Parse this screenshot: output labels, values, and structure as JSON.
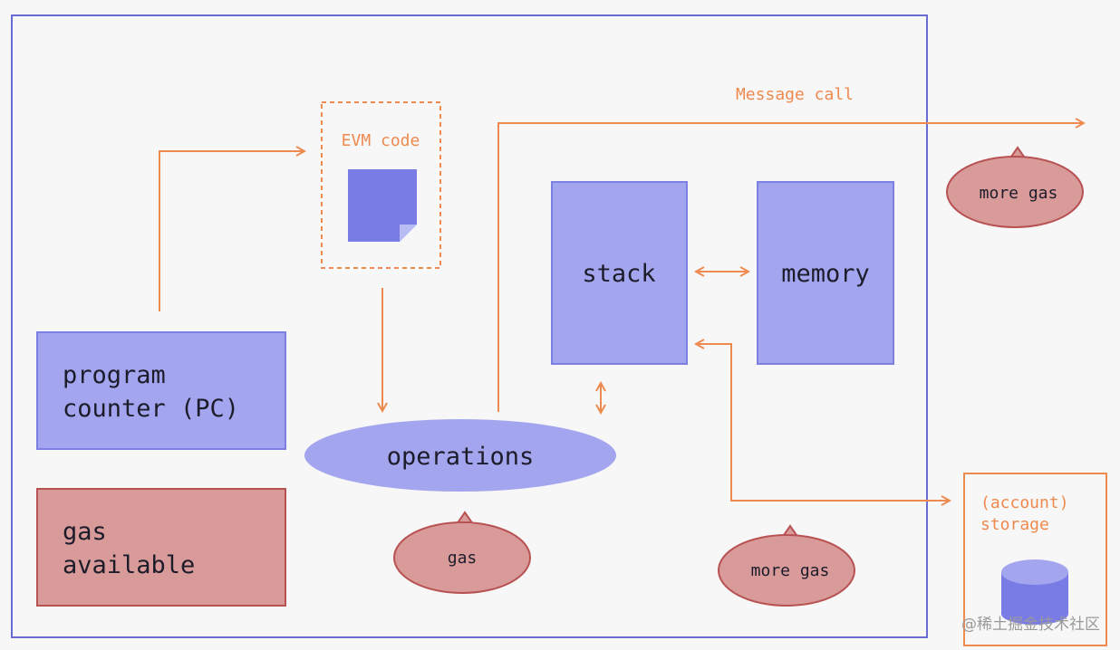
{
  "evm_code": {
    "label": "EVM code"
  },
  "message_call": {
    "label": "Message call"
  },
  "stack": {
    "label": "stack"
  },
  "memory": {
    "label": "memory"
  },
  "program_counter": {
    "line1": "program",
    "line2": "counter (PC)"
  },
  "gas_available": {
    "line1": "gas",
    "line2": "available"
  },
  "operations": {
    "label": "operations"
  },
  "gas_bubbles": {
    "gas": "gas",
    "more_gas_top": "more gas",
    "more_gas_bottom": "more gas"
  },
  "storage": {
    "line1": "(account)",
    "line2": "storage"
  },
  "watermark": "@稀土掘金技术社区",
  "colors": {
    "frame": "#6b6bd6",
    "box_fill": "#a3a6ee",
    "box_stroke": "#7c80e3",
    "doc_fill": "#7a7ce6",
    "red_fill": "#d99a9a",
    "red_stroke": "#b85252",
    "accent": "#ee8a4f"
  }
}
